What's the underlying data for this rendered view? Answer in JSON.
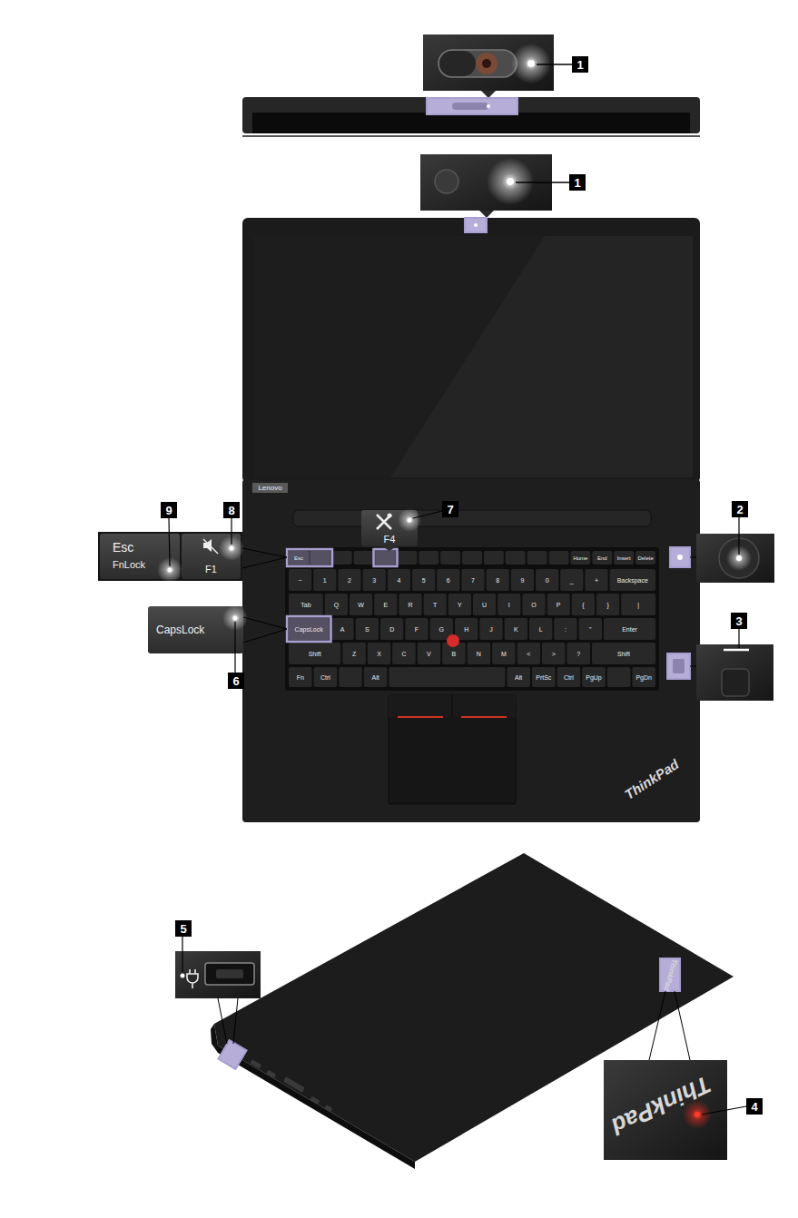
{
  "diagram": {
    "nodes": [
      {
        "text": [
          "Esc",
          "FnLock"
        ]
      },
      {
        "text": [
          "F1"
        ]
      },
      {
        "text": [
          "F4"
        ]
      },
      {
        "text": [
          "CapsLock"
        ]
      }
    ],
    "labels": [
      "1",
      "1",
      "9",
      "8",
      "7",
      "2",
      "3",
      "6",
      "5",
      "4",
      "Lenovo",
      "ThinkPad",
      "ThinkPad",
      "ThinkPad",
      "Esc",
      "Home",
      "End",
      "Insert",
      "Delete",
      "~",
      "1",
      "2",
      "3",
      "4",
      "5",
      "6",
      "7",
      "8",
      "9",
      "0",
      "_",
      "+",
      "Backspace",
      "Tab",
      "Q",
      "W",
      "E",
      "R",
      "T",
      "Y",
      "U",
      "I",
      "O",
      "P",
      "{",
      "}",
      "|",
      "CapsLock",
      "A",
      "S",
      "D",
      "F",
      "G",
      "H",
      "J",
      "K",
      "L",
      ":",
      "\"",
      "Enter",
      "Shift",
      "Z",
      "X",
      "C",
      "V",
      "B",
      "N",
      "M",
      "<",
      ">",
      "?",
      "Shift",
      "Fn",
      "Ctrl",
      "Alt",
      "Alt",
      "PrtSc",
      "Ctrl",
      "PgUp",
      "PgDn"
    ]
  }
}
